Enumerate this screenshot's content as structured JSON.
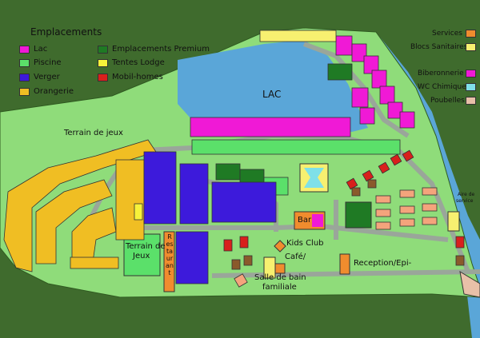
{
  "legend": {
    "title": "Emplacements",
    "items": [
      {
        "label": "Lac",
        "color": "#f019d6"
      },
      {
        "label": "Piscine",
        "color": "#5be06a"
      },
      {
        "label": "Verger",
        "color": "#3d1adb"
      },
      {
        "label": "Orangerie",
        "color": "#f0be23"
      },
      {
        "label": "Emplacements  Premium",
        "color": "#1f7a24"
      },
      {
        "label": "Tentes Lodge",
        "color": "#f7f23a"
      },
      {
        "label": "Mobil-homes",
        "color": "#d8201c"
      }
    ]
  },
  "services_legend": [
    {
      "label": "Services",
      "color": "#f08c2e"
    },
    {
      "label": "Blocs Sanitaires",
      "color": "#f7f070"
    },
    {
      "label": "Biberonnerie",
      "color": "#f019d6"
    },
    {
      "label": "WC Chimique",
      "color": "#7fe0e8"
    },
    {
      "label": "Poubelles",
      "color": "#e8c0a8"
    }
  ],
  "labels": {
    "lake": "LAC",
    "playground": "Terrain de jeux",
    "terrain_jeux_1": "Terrain de",
    "terrain_jeux_2": "Jeux",
    "restaurant": "Restaurant",
    "bar": "Bar",
    "kids_club": "Kids  Club",
    "cafe": "Café/",
    "reception": "Reception/Epi-",
    "salle_1": "Salle de bain",
    "salle_2": "familiale",
    "aire_1": "Aire de",
    "aire_2": "service"
  },
  "colors": {
    "background": "#3f6b2d",
    "grass": "#8fdc7a",
    "road": "#9aa69a",
    "water": "#5aa6d8",
    "pool": "#7fe0e8",
    "brown": "#8a5a2b",
    "salmon": "#f4a47c"
  }
}
